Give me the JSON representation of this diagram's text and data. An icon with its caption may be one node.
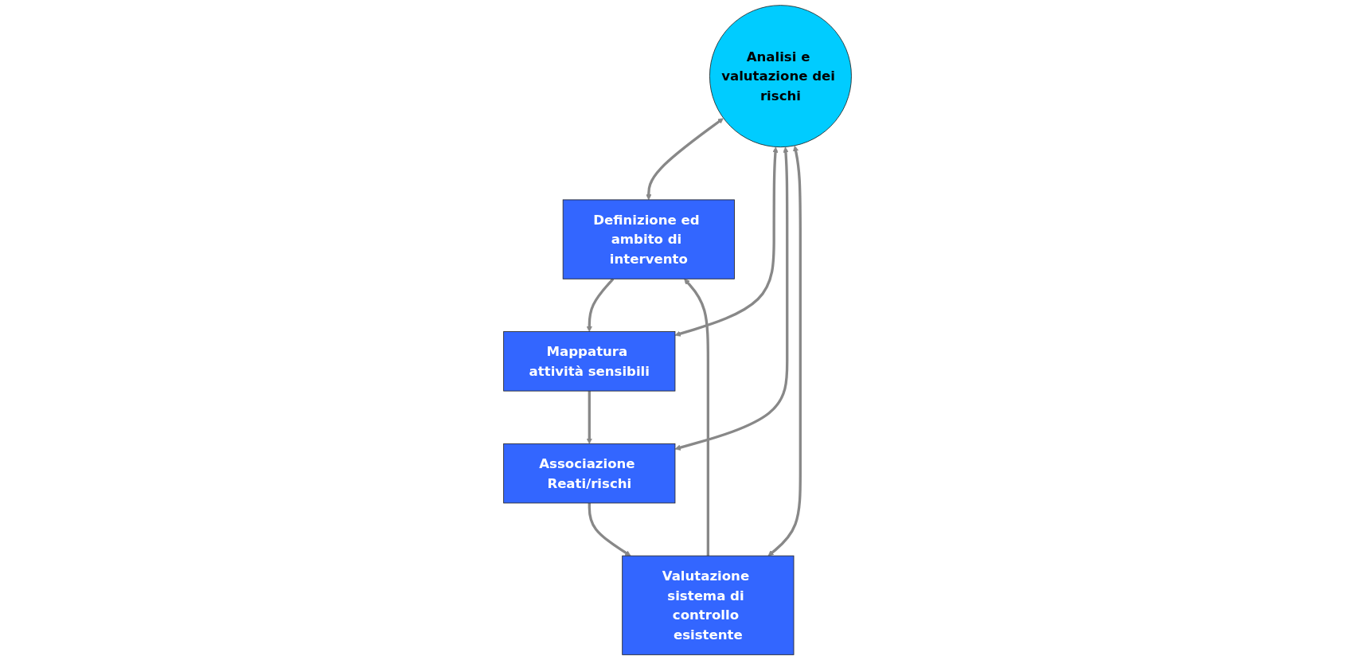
{
  "diagram": {
    "nodes": [
      {
        "text": [
          "Definizione ed ambito di intervento"
        ]
      },
      {
        "text": [
          "Mappatura attività sensibili"
        ]
      },
      {
        "text": [
          "Associazione Reati/rischi"
        ]
      },
      {
        "text": [
          "Valutazione sistema di controllo esistente"
        ]
      },
      {
        "text": [
          "Analisi e valutazione dei rischi"
        ]
      }
    ],
    "edges": [
      {
        "from": 0,
        "to": 1,
        "arrow": "to"
      },
      {
        "from": 1,
        "to": 2,
        "arrow": "to"
      },
      {
        "from": 2,
        "to": 3,
        "arrow": "to"
      },
      {
        "from": 3,
        "to": 0,
        "arrow": "to"
      },
      {
        "from": 4,
        "to": 0,
        "arrow": "both"
      },
      {
        "from": 4,
        "to": 1,
        "arrow": "both"
      },
      {
        "from": 4,
        "to": 2,
        "arrow": "both"
      },
      {
        "from": 4,
        "to": 3,
        "arrow": "both"
      }
    ]
  }
}
